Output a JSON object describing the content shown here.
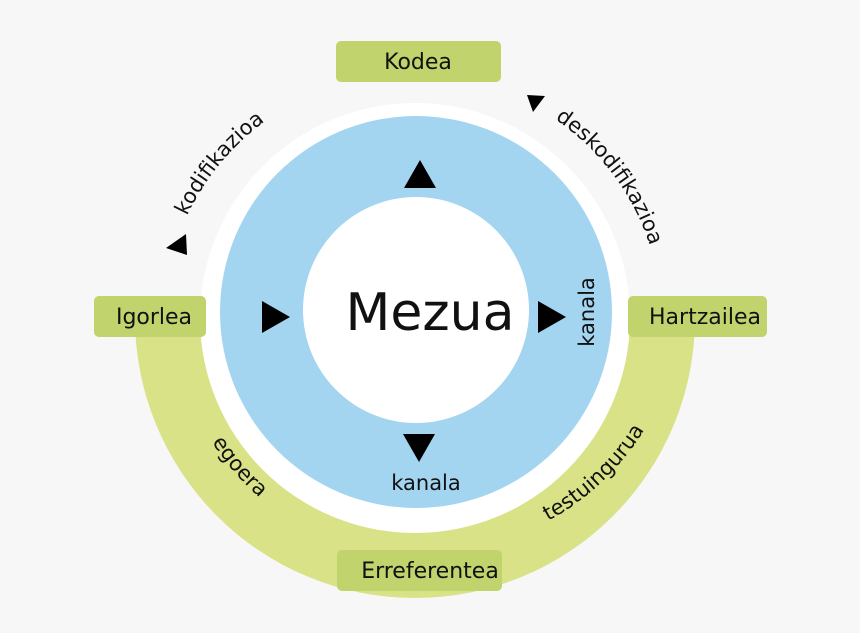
{
  "center": {
    "label": "Mezua"
  },
  "boxes": {
    "top": "Kodea",
    "left": "Igorlea",
    "right": "Hartzailea",
    "bottom": "Erreferentea"
  },
  "arc_labels": {
    "encoding": "kodifikazioa",
    "decoding": "deskodifikazioa",
    "situation": "egoera",
    "context": "testuingurua"
  },
  "channel_labels": {
    "right": "kanala",
    "bottom": "kanala"
  },
  "colors": {
    "background": "#f7f7f7",
    "green_box": "#c0d36c",
    "green_ring": "#d9e287",
    "blue_ring": "#a3d4f0",
    "white": "#ffffff",
    "arrow": "#000000"
  }
}
